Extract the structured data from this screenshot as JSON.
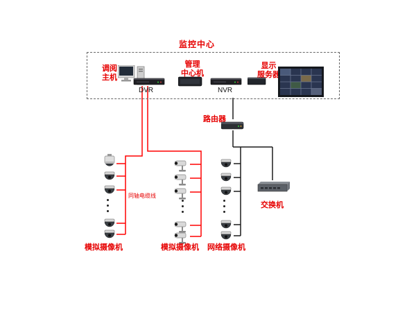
{
  "diagram": {
    "title": "监控中心",
    "center": {
      "review_host_label": "调阅\n主机",
      "dvr_label": "DVR",
      "management_label": "管理\n中心机",
      "nvr_label": "NVR",
      "display_server_label": "显示\n服务器"
    },
    "router_label": "路由器",
    "switch_label": "交换机",
    "coaxial_label": "同轴电缆线",
    "groups": [
      {
        "label": "模拟摄像机",
        "camera_type": "analog-ptz-and-dome"
      },
      {
        "label": "模拟摄像机",
        "camera_type": "analog-bullet"
      },
      {
        "label": "网络摄像机",
        "camera_type": "ip-dome"
      }
    ],
    "colors": {
      "label_red": "#e60000",
      "analog_cable": "#ff0000",
      "network_cable": "#1c1c1c"
    }
  }
}
